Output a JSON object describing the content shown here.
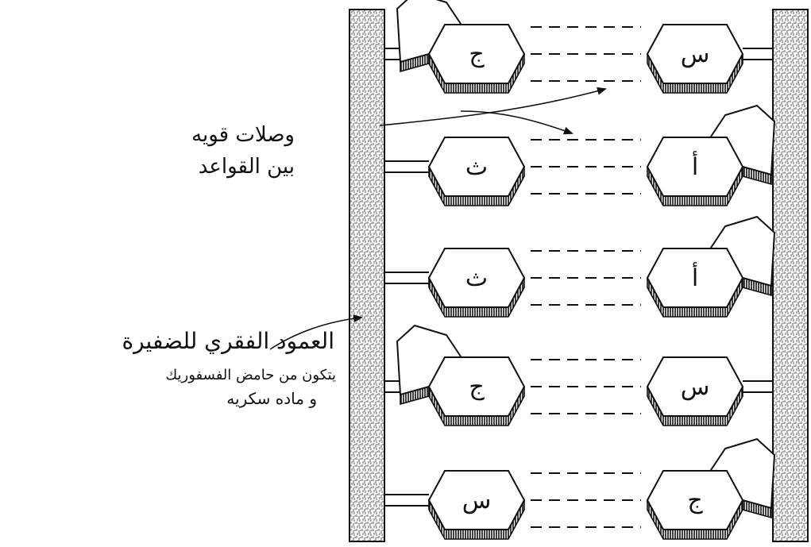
{
  "annotations": {
    "bonds_line1": "وصلات قويه",
    "bonds_line2": "بين القواعد",
    "backbone_line1": "العمود الفقري للضفيرة",
    "backbone_line2": "يتكون من حامض الفسفوريك",
    "backbone_line3": "و ماده سكريه"
  },
  "rungs": [
    {
      "left": {
        "letter": "ج",
        "shape": "purine"
      },
      "right": {
        "letter": "س",
        "shape": "pyrimidine"
      }
    },
    {
      "left": {
        "letter": "ث",
        "shape": "pyrimidine"
      },
      "right": {
        "letter": "أ",
        "shape": "purine"
      }
    },
    {
      "left": {
        "letter": "ث",
        "shape": "pyrimidine"
      },
      "right": {
        "letter": "أ",
        "shape": "purine"
      }
    },
    {
      "left": {
        "letter": "ج",
        "shape": "purine"
      },
      "right": {
        "letter": "س",
        "shape": "pyrimidine"
      }
    },
    {
      "left": {
        "letter": "س",
        "shape": "pyrimidine"
      },
      "right": {
        "letter": "ج",
        "shape": "purine"
      }
    }
  ],
  "colors": {
    "ink": "#111111",
    "paper": "#ffffff"
  }
}
